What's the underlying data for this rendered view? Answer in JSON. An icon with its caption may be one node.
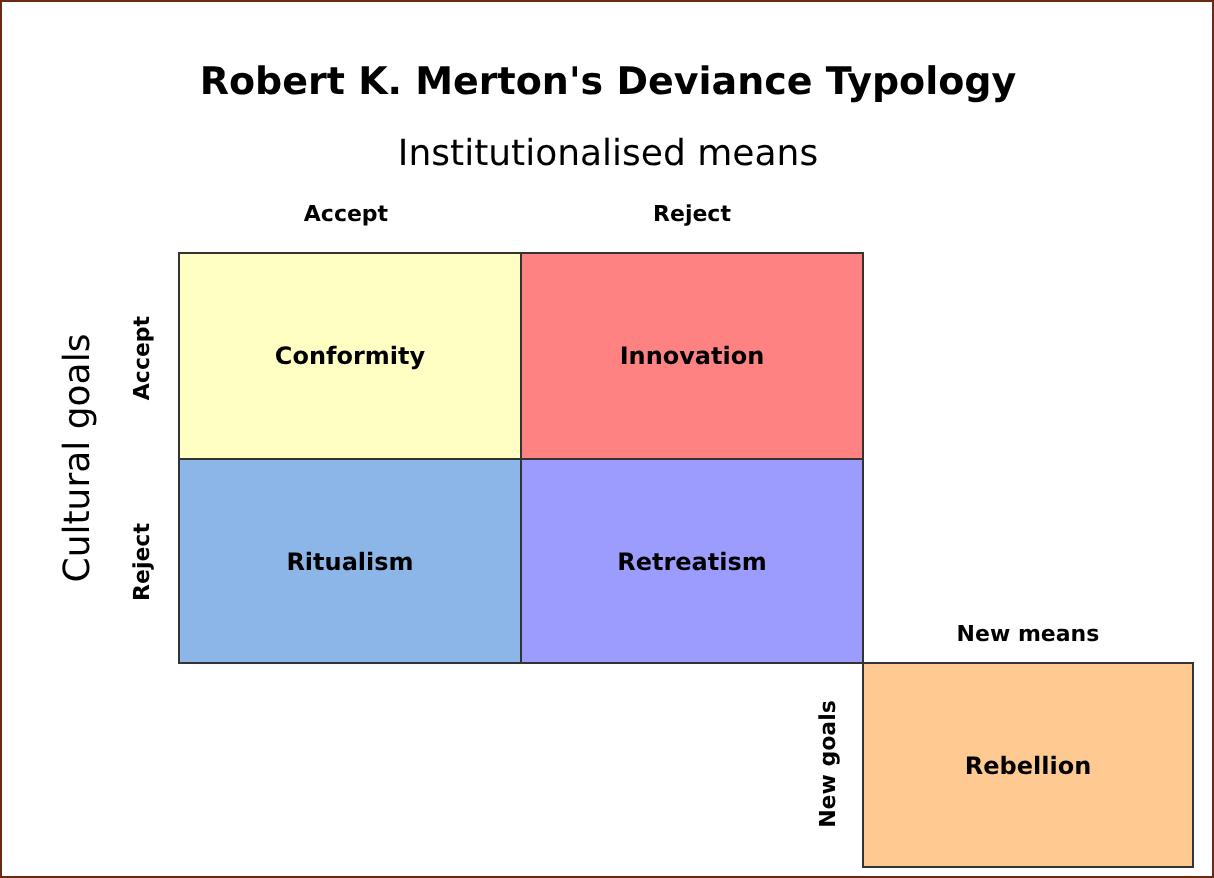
{
  "diagram": {
    "title": "Robert K. Merton's Deviance Typology",
    "nodes": [
      {
        "text": [
          "Conformity"
        ]
      },
      {
        "text": [
          "Innovation"
        ]
      },
      {
        "text": [
          "Ritualism"
        ]
      },
      {
        "text": [
          "Retreatism"
        ]
      },
      {
        "text": [
          "Rebellion"
        ]
      }
    ],
    "edges": [],
    "labels": [
      "Institutionalised means",
      "Accept",
      "Reject",
      "Cultural goals",
      "Accept",
      "Reject",
      "New means",
      "New goals"
    ]
  }
}
